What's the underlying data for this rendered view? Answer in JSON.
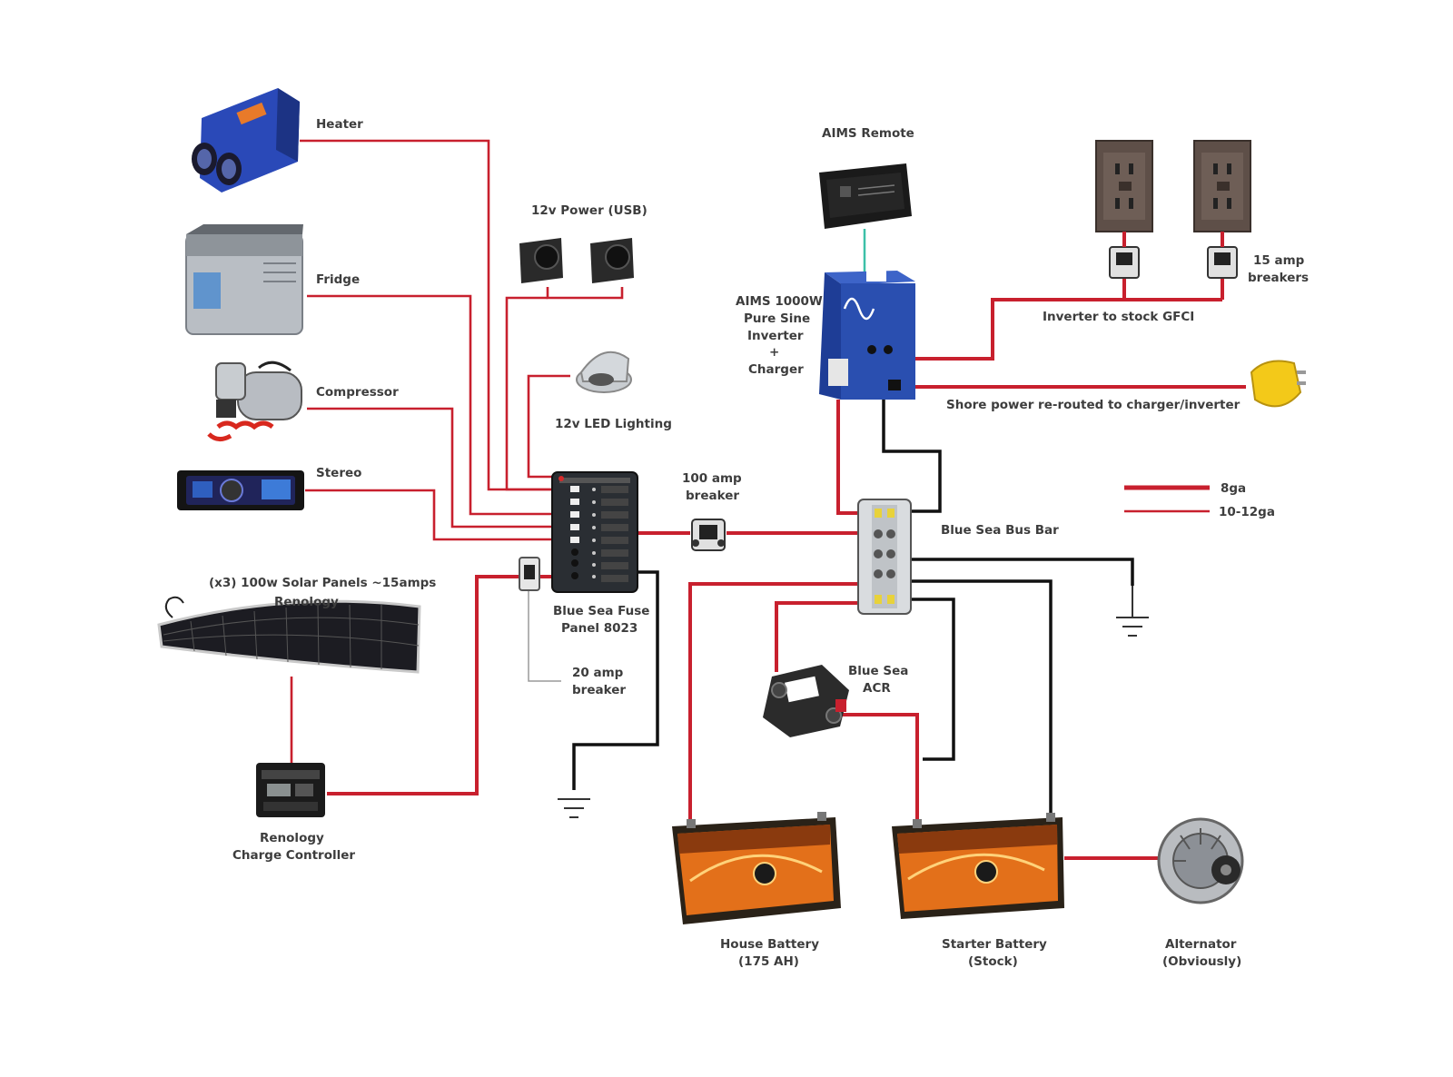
{
  "colors": {
    "wire_8ga": "#c8202e",
    "wire_10_12ga": "#c8202e",
    "ground_wire": "#111111",
    "remote_cable": "#3cc0a8",
    "inverter_blue": "#2a4fb0",
    "battery_orange": "#e3701a"
  },
  "components": {
    "heater": "Heater",
    "fridge": "Fridge",
    "compressor": "Compressor",
    "stereo": "Stereo",
    "solar_line1": "(x3)   100w Solar Panels ~15amps",
    "solar_line2": "Renology",
    "controller_line1": "Renology",
    "controller_line2": "Charge Controller",
    "usb": "12v Power (USB)",
    "led": "12v LED Lighting",
    "fuse_panel_line1": "Blue Sea Fuse",
    "fuse_panel_line2": "Panel 8023",
    "breaker20_line1": "20 amp",
    "breaker20_line2": "breaker",
    "breaker100_line1": "100 amp",
    "breaker100_line2": "breaker",
    "aims_remote": "AIMS Remote",
    "inverter_line1": "AIMS 1000W",
    "inverter_line2": "Pure Sine",
    "inverter_line3": "Inverter",
    "inverter_line4": "+",
    "inverter_line5": "Charger",
    "breakers15_line1": "15 amp",
    "breakers15_line2": "breakers",
    "gfci_label": "Inverter to stock GFCI",
    "shore_label": "Shore power re-routed to charger/inverter",
    "bus_bar": "Blue Sea Bus Bar",
    "acr_line1": "Blue Sea",
    "acr_line2": "ACR",
    "house_battery_line1": "House Battery",
    "house_battery_line2": "(175 AH)",
    "starter_battery_line1": "Starter Battery",
    "starter_battery_line2": "(Stock)",
    "alternator_line1": "Alternator",
    "alternator_line2": "(Obviously)"
  },
  "legend": {
    "thick": "8ga",
    "thin": "10-12ga"
  },
  "icons": [
    "heater-icon",
    "fridge-icon",
    "compressor-icon",
    "stereo-icon",
    "solar-panel-icon",
    "charge-controller-icon",
    "usb-outlet-icon",
    "led-light-icon",
    "fuse-panel-icon",
    "breaker-icon",
    "remote-icon",
    "inverter-icon",
    "gfci-outlet-icon",
    "shore-plug-icon",
    "bus-bar-icon",
    "acr-icon",
    "battery-icon",
    "alternator-icon",
    "ground-icon"
  ]
}
